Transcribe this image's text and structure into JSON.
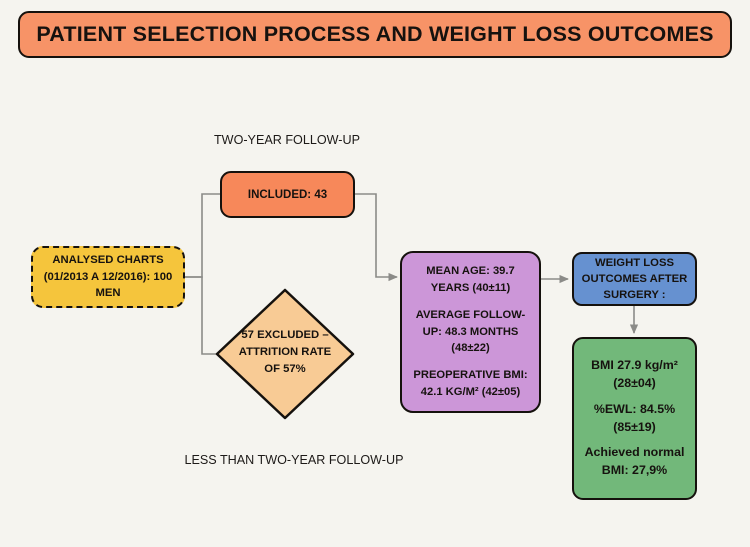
{
  "title": {
    "text": "PATIENT SELECTION PROCESS AND WEIGHT LOSS OUTCOMES",
    "bg_color": "#f79367",
    "border_color": "#15110d"
  },
  "labels": {
    "two_year_follow_up": "TWO-YEAR FOLLOW-UP",
    "less_than_two_year_follow_up": "LESS THAN TWO-YEAR FOLLOW-UP"
  },
  "nodes": {
    "analysed_charts": {
      "text": "ANALYSED CHARTS (01/2013 A 12/2016): 100 MEN",
      "shape": "rounded-rect-dashed",
      "bg_color": "#f5c53c"
    },
    "included": {
      "text": "INCLUDED: 43",
      "shape": "rounded-rect",
      "bg_color": "#f7885a"
    },
    "excluded": {
      "text": "57 EXCLUDED – ATTRITION RATE OF 57%",
      "shape": "diamond",
      "bg_color": "#f8cb95"
    },
    "stats": {
      "shape": "rounded-rect",
      "bg_color": "#cc96d8",
      "lines": {
        "mean_age": "MEAN AGE: 39.7 YEARS (40±11)",
        "average_follow_up": "AVERAGE FOLLOW-UP: 48.3 MONTHS (48±22)",
        "preoperative_bmi": "PREOPERATIVE BMI: 42.1 KG/M² (42±05)"
      }
    },
    "outcomes_header": {
      "text": "WEIGHT LOSS OUTCOMES AFTER SURGERY :",
      "shape": "rounded-rect",
      "bg_color": "#6691d0"
    },
    "results": {
      "shape": "rounded-rect",
      "bg_color": "#72b87a",
      "lines": {
        "bmi": "BMI 27.9 kg/m² (28±04)",
        "ewl": "%EWL: 84.5% (85±19)",
        "achieved_normal_bmi": "Achieved normal BMI: 27,9%"
      }
    }
  },
  "connectors": {
    "line_color": "#8b8b88",
    "edges": [
      "analysed-charts-to-included",
      "analysed-charts-to-excluded",
      "included-to-stats",
      "stats-to-outcomes-header",
      "outcomes-header-to-results"
    ]
  },
  "canvas": {
    "background": "#f5f4ef"
  }
}
